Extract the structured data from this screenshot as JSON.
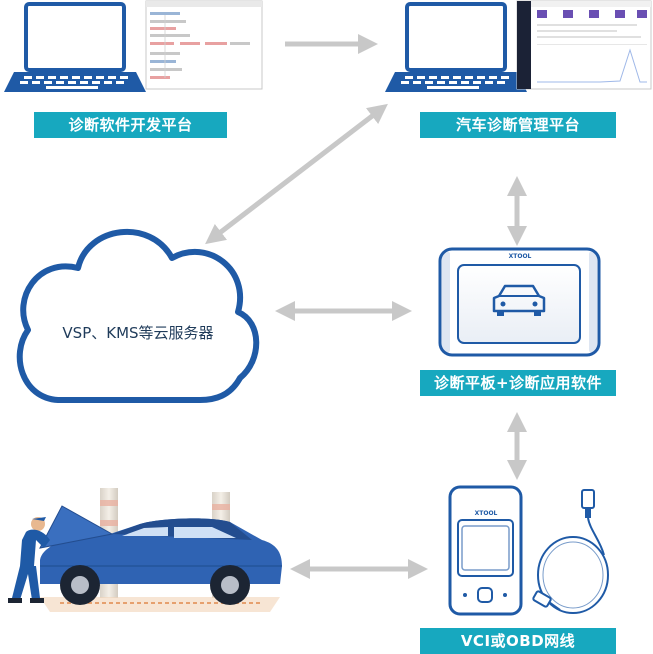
{
  "nodes": {
    "dev_platform": {
      "label": "诊断软件开发平台"
    },
    "mgmt_platform": {
      "label": "汽车诊断管理平台"
    },
    "cloud": {
      "label": "VSP、KMS等云服务器"
    },
    "tablet": {
      "label": "诊断平板+诊断应用软件",
      "brand": "XTOOL"
    },
    "vci": {
      "label": "VCI或OBD网线",
      "brand": "XTOOL"
    },
    "car_scene": {
      "label": ""
    }
  },
  "colors": {
    "label_bg": "#17a8bf",
    "device_blue": "#1f5aa6",
    "arrow_gray": "#c8c8c8",
    "car_blue": "#2f63b3"
  }
}
